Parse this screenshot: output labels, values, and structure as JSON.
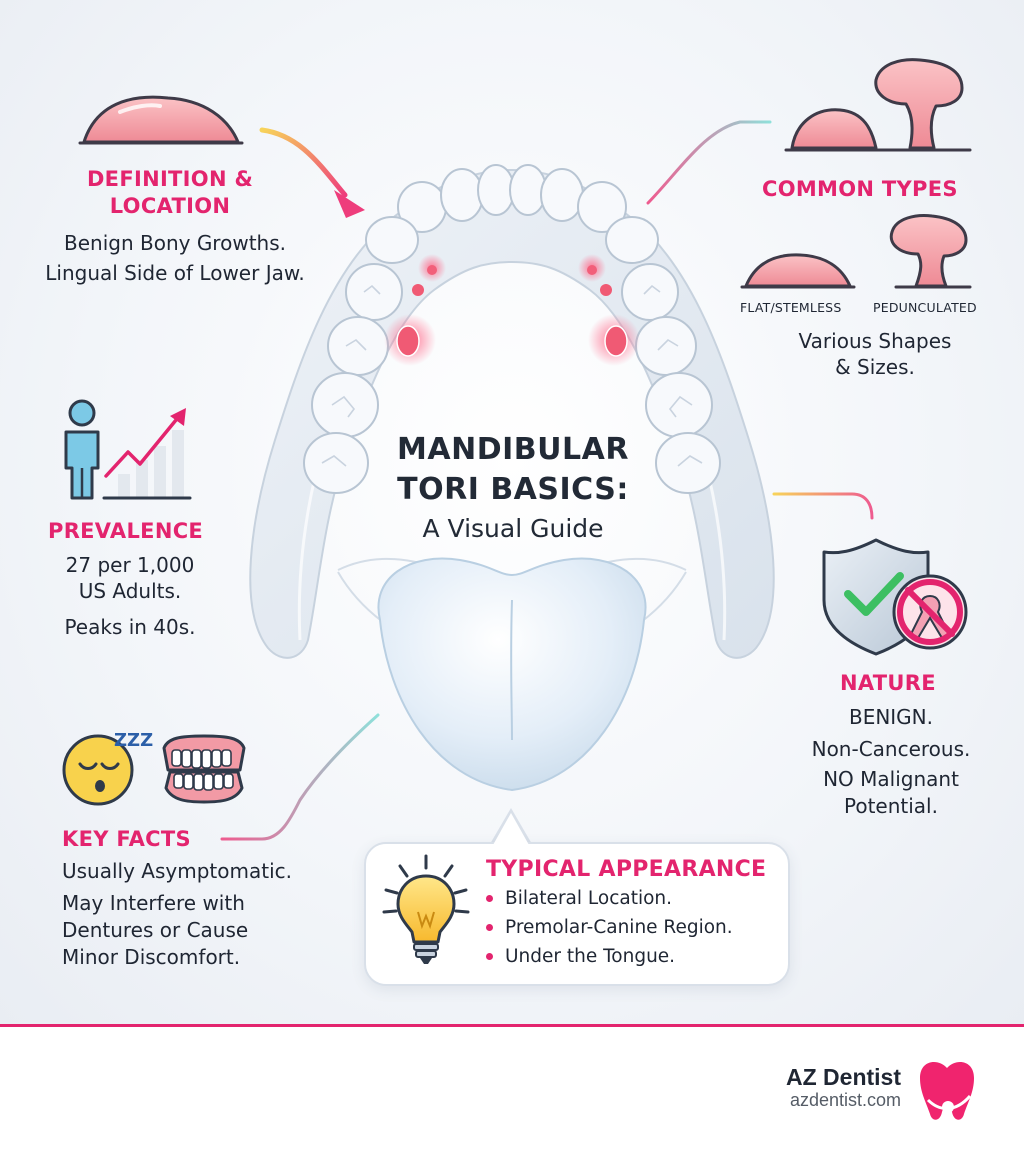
{
  "title": {
    "line1": "MANDIBULAR",
    "line2": "TORI BASICS:",
    "subtitle": "A Visual Guide"
  },
  "definition": {
    "heading_line1": "DEFINITION &",
    "heading_line2": "LOCATION",
    "line1": "Benign Bony Growths.",
    "line2": "Lingual Side of Lower Jaw."
  },
  "prevalence": {
    "heading": "PREVALENCE",
    "line1": "27 per 1,000",
    "line2": "US Adults.",
    "line3": "Peaks in 40s."
  },
  "key_facts": {
    "heading": "KEY FACTS",
    "line1": "Usually Asymptomatic.",
    "line2": "May Interfere with",
    "line3": "Dentures or Cause",
    "line4": "Minor Discomfort."
  },
  "common_types": {
    "heading": "COMMON TYPES",
    "type1": "FLAT/STEMLESS",
    "type2": "PEDUNCULATED",
    "line1": "Various Shapes",
    "line2": "& Sizes."
  },
  "nature": {
    "heading": "NATURE",
    "line1": "BENIGN.",
    "line2": "Non-Cancerous.",
    "line3": "NO Malignant",
    "line4": "Potential."
  },
  "typical_appearance": {
    "heading": "TYPICAL APPEARANCE",
    "items": [
      "Bilateral Location.",
      "Premolar-Canine Region.",
      "Under the Tongue."
    ]
  },
  "sleep_glyph": "ZZZ",
  "footer": {
    "brand": "AZ Dentist",
    "url": "azdentist.com"
  },
  "colors": {
    "accent": "#e3246e",
    "tori": "#f08a93",
    "tooth": "#e6ecf3"
  },
  "icons": [
    "flat-torus-icon",
    "person-icon",
    "growth-chart-icon",
    "sleepy-face-icon",
    "dentures-icon",
    "torus-types-icon",
    "shield-check-icon",
    "no-cancer-ribbon-icon",
    "lightbulb-icon",
    "az-dentist-logo"
  ]
}
